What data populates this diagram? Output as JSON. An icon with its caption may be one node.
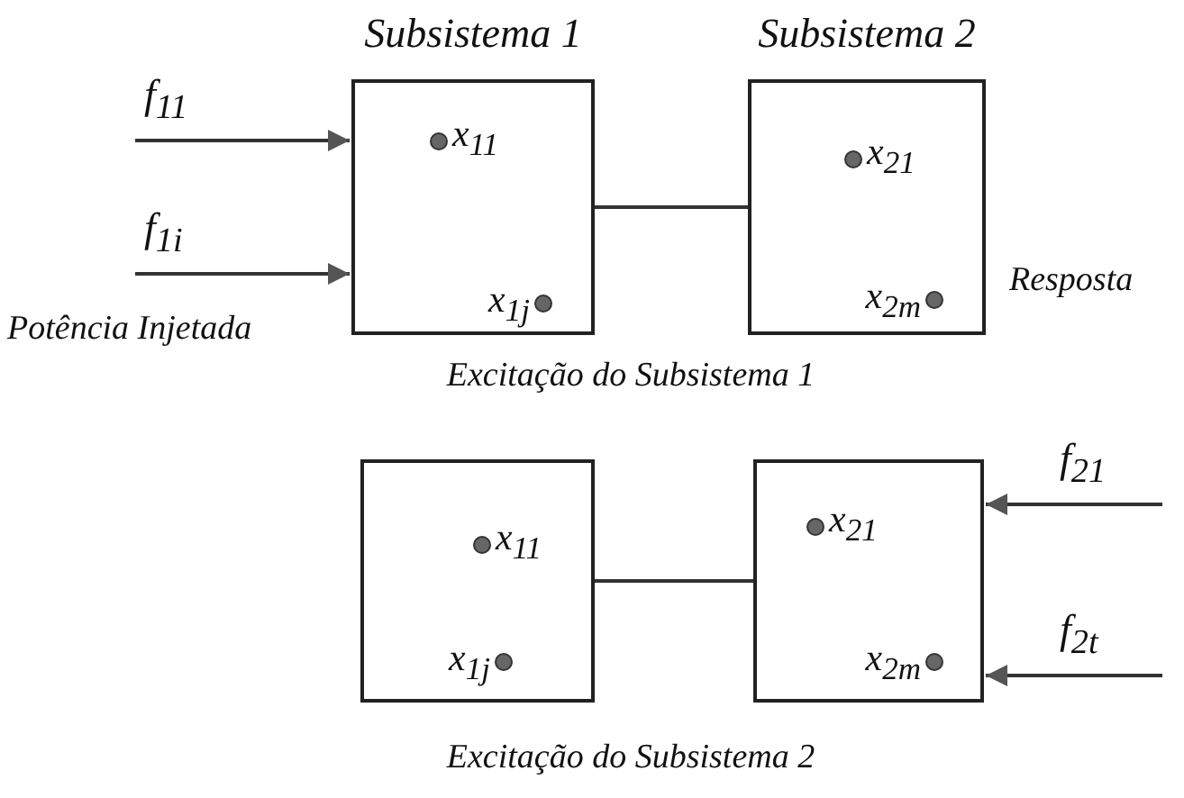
{
  "diagram": {
    "nodes": [
      {
        "text": [
          "Subsistema 1"
        ]
      },
      {
        "text": [
          "x$_{11}$"
        ],
        "in": 0
      },
      {
        "text": [
          "x$_{1j}$"
        ],
        "in": 0
      },
      {
        "text": [
          "Subsistema 2"
        ]
      },
      {
        "text": [
          "x$_{21}$"
        ],
        "in": 3
      },
      {
        "text": [
          "x$_{2m}$"
        ],
        "in": 3
      },
      {
        "text": [],
        "shape": "box"
      },
      {
        "text": [
          "x$_{11}$"
        ],
        "in": 6
      },
      {
        "text": [
          "x$_{1j}$"
        ],
        "in": 6
      },
      {
        "text": [],
        "shape": "box"
      },
      {
        "text": [
          "x$_{21}$"
        ],
        "in": 9
      },
      {
        "text": [
          "x$_{2m}$"
        ],
        "in": 9
      }
    ],
    "edges": [
      {
        "from": null,
        "to": 0,
        "arrow": "to",
        "label": "f$_{11}$"
      },
      {
        "from": null,
        "to": 0,
        "arrow": "to",
        "label": "f$_{1i}$"
      },
      {
        "from": 0,
        "to": 3,
        "arrow": "none"
      },
      {
        "from": 6,
        "to": 9,
        "arrow": "none"
      },
      {
        "from": null,
        "to": 9,
        "arrow": "to",
        "label": "f$_{21}$"
      },
      {
        "from": null,
        "to": 9,
        "arrow": "to",
        "label": "f$_{2t}$"
      }
    ],
    "labels": [
      "Potência Injetada",
      "Resposta",
      "Excitação do Subsistema 1",
      "Excitação do Subsistema 2"
    ]
  }
}
